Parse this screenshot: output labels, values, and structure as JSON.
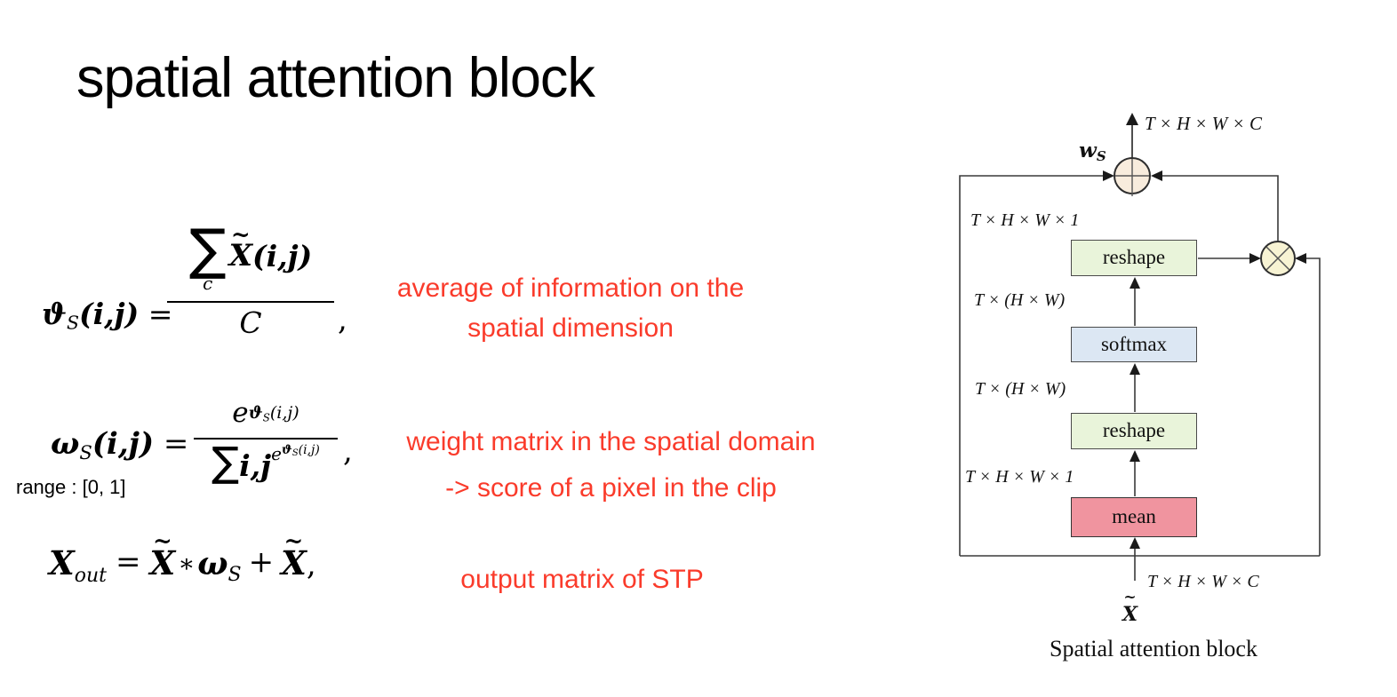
{
  "title": "spatial attention block",
  "colors": {
    "annotation_red": "#fa3b2b",
    "reshape_fill": "#e9f4da",
    "softmax_fill": "#dce7f3",
    "mean_fill": "#f0949f",
    "add_circle_fill": "#f8ecdd",
    "multiply_circle_fill": "#f7f3d3"
  },
  "equations": {
    "eq1": {
      "lhs_symbol": "ϑ",
      "lhs_sub": "S",
      "lhs_args": "(i,j)",
      "equals": "=",
      "sum": "∑",
      "sum_under": "c",
      "tilde": "~",
      "x": "X",
      "x_args": "(i,j)",
      "den": "C",
      "trail": ","
    },
    "eq2": {
      "lhs_symbol": "ω",
      "lhs_sub": "S",
      "lhs_args": "(i,j)",
      "equals": "=",
      "num_base": "e",
      "num_exp_symbol": "ϑ",
      "num_exp_sub": "S",
      "num_exp_args": "(i,j)",
      "den_sum": "∑",
      "den_ij": "i,j",
      "den_exp_base": "e",
      "den_exp_symbol": "ϑ",
      "den_exp_sub": "S",
      "den_exp_args": "(i,j)",
      "trail": ",",
      "range_note": "range : [0, 1]"
    },
    "eq3": {
      "lhs": "X",
      "lhs_sub": "out",
      "equals": "=",
      "tilde1": "~",
      "x1": "X",
      "star": "∗",
      "omega": "ω",
      "omega_sub": "S",
      "plus": "+",
      "tilde2": "~",
      "x2": "X",
      "trail": ","
    }
  },
  "annotations": {
    "ann1_line1": "average of information on the",
    "ann1_line2": "spatial dimension",
    "ann2_line1": "weight matrix in the spatial domain",
    "ann2_line2": "-> score of a pixel in the clip",
    "ann3": "output matrix of STP"
  },
  "diagram": {
    "caption": "Spatial attention block",
    "weight_label": "w",
    "weight_label_sub": "S",
    "top_dim": "T × H × W × C",
    "dim1": "T × H × W × 1",
    "dim2": "T × (H × W)",
    "dim3": "T × (H × W)",
    "dim4": "T × H × W × 1",
    "bottom_dim": "T × H × W × C",
    "input_tilde": "~",
    "input_symbol": "X",
    "boxes": {
      "reshape_top": "reshape",
      "softmax": "softmax",
      "reshape_bottom": "reshape",
      "mean": "mean"
    }
  }
}
